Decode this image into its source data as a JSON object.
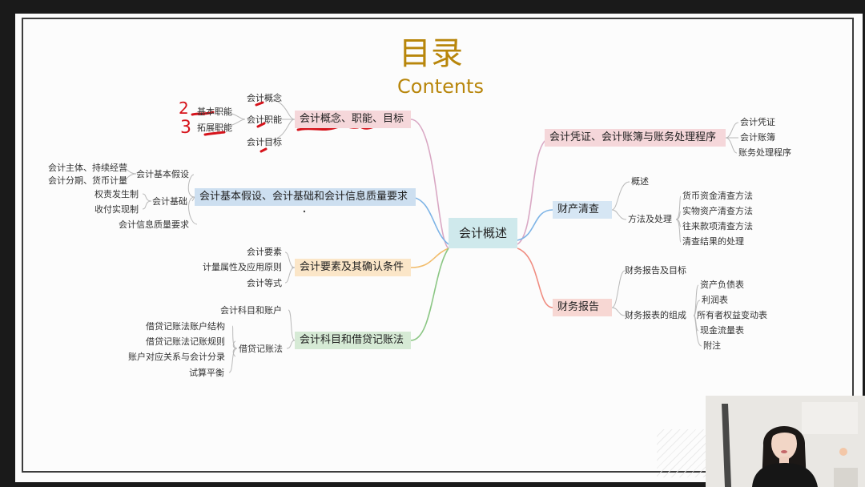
{
  "title": {
    "zh": "目录",
    "en": "Contents"
  },
  "center": "会计概述",
  "left": {
    "b1": {
      "label": "会计概念、职能、目标",
      "children": [
        "会计概念",
        "会计职能",
        "会计目标"
      ],
      "sub": [
        "基本职能",
        "拓展职能"
      ]
    },
    "b2": {
      "label": "会计基本假设、会计基础和会计信息质量要求",
      "children": [
        "会计基本假设",
        "会计基础",
        "会计信息质量要求"
      ],
      "sub_assume": [
        "会计主体、持续经营",
        "会计分期、货币计量"
      ],
      "sub_basis": [
        "权责发生制",
        "收付实现制"
      ]
    },
    "b3": {
      "label": "会计要素及其确认条件",
      "children": [
        "会计要素",
        "计量属性及应用原则",
        "会计等式"
      ]
    },
    "b4": {
      "label": "会计科目和借贷记账法",
      "children": [
        "会计科目和账户",
        "借贷记账法"
      ],
      "sub": [
        "借贷记账法账户结构",
        "借贷记账法记账规则",
        "账户对应关系与会计分录",
        "试算平衡"
      ]
    }
  },
  "right": {
    "b1": {
      "label": "会计凭证、会计账簿与账务处理程序",
      "children": [
        "会计凭证",
        "会计账簿",
        "账务处理程序"
      ]
    },
    "b2": {
      "label": "财产清查",
      "children": [
        "概述",
        "方法及处理"
      ],
      "sub": [
        "货币资金清查方法",
        "实物资产清查方法",
        "往来款项清查方法",
        "清查结果的处理"
      ]
    },
    "b3": {
      "label": "财务报告",
      "children": [
        "财务报告及目标",
        "财务报表的组成"
      ],
      "sub": [
        "资产负债表",
        "利润表",
        "所有者权益变动表",
        "现金流量表",
        "附注"
      ]
    }
  },
  "annotations": {
    "num1": "2",
    "num2": "3"
  },
  "colors": {
    "title": "#b8860b",
    "center_bg": "#cfe9ec",
    "b1_bg": "#f5d7da",
    "b2_bg": "#cddff0",
    "b3_bg": "#fbe6c8",
    "b4_bg": "#d6ead5",
    "r2_bg": "#d6e6f4",
    "r3_bg": "#f7d7d3",
    "ink": "#d6131b"
  }
}
